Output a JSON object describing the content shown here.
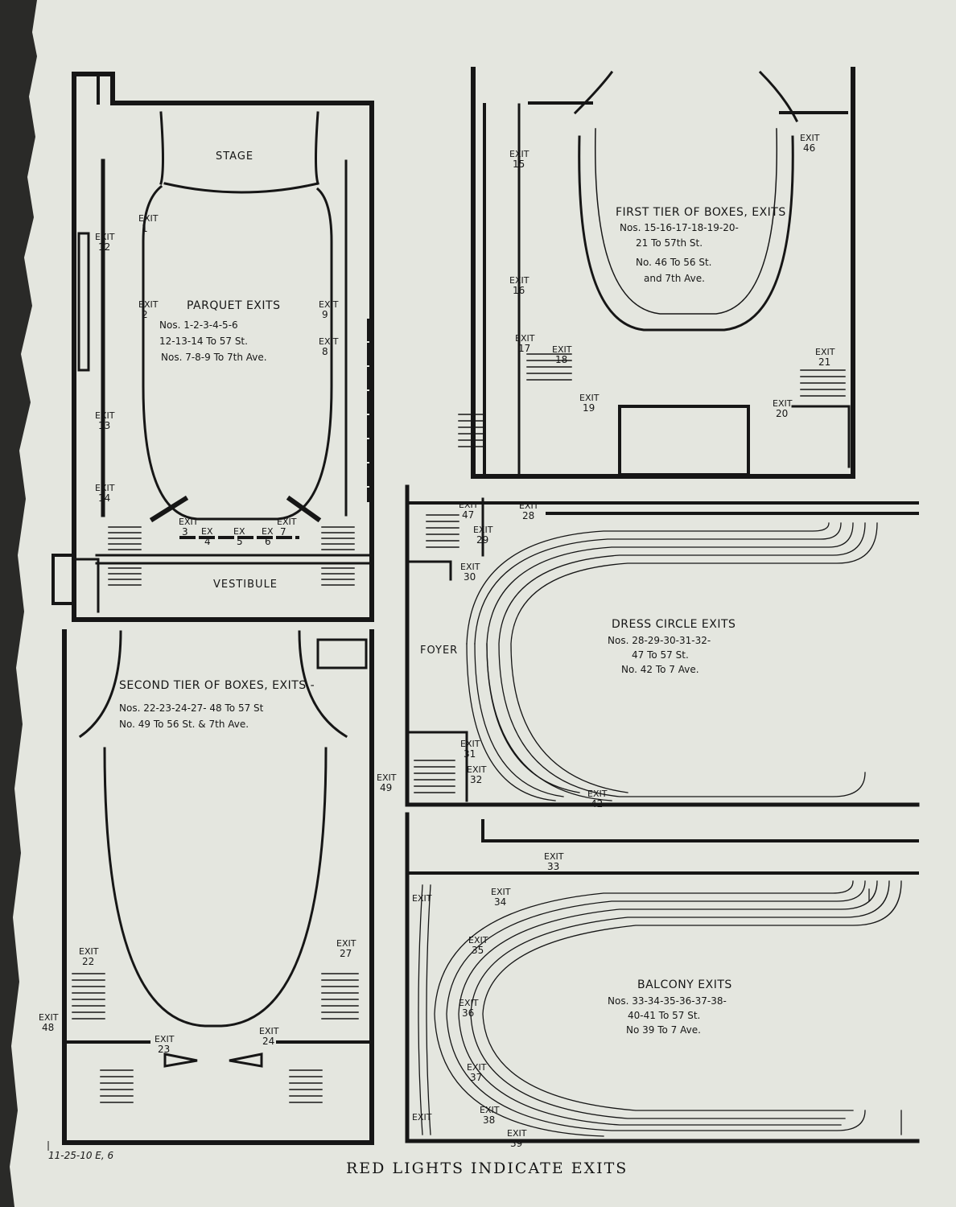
{
  "parquet": {
    "stage": "STAGE",
    "title": "PARQUET EXITS",
    "line1": "Nos. 1-2-3-4-5-6",
    "line2": "12-13-14 To 57 St.",
    "line3": "Nos. 7-8-9 To 7th Ave.",
    "vestibule": "VESTIBULE",
    "exits": [
      {
        "label": "EXIT",
        "num": "1"
      },
      {
        "label": "EXIT",
        "num": "12"
      },
      {
        "label": "EXIT",
        "num": "2"
      },
      {
        "label": "EXIT",
        "num": "9"
      },
      {
        "label": "EXIT",
        "num": "8"
      },
      {
        "label": "EXIT",
        "num": "13"
      },
      {
        "label": "EXIT",
        "num": "14"
      },
      {
        "label": "EXIT",
        "num": "3"
      },
      {
        "label": "EX",
        "num": "4"
      },
      {
        "label": "EX",
        "num": "5"
      },
      {
        "label": "EX",
        "num": "6"
      },
      {
        "label": "EXIT",
        "num": "7"
      }
    ]
  },
  "first_tier": {
    "title": "FIRST TIER OF BOXES, EXITS",
    "line1": "Nos. 15-16-17-18-19-20-",
    "line2": "21 To 57th St.",
    "line3": "No. 46 To 56 St.",
    "line4": "and 7th Ave.",
    "exits": [
      {
        "label": "EXIT",
        "num": "15"
      },
      {
        "label": "EXIT",
        "num": "46"
      },
      {
        "label": "EXIT",
        "num": "16"
      },
      {
        "label": "EXIT",
        "num": "17"
      },
      {
        "label": "EXIT",
        "num": "18"
      },
      {
        "label": "EXIT",
        "num": "19"
      },
      {
        "label": "EXIT",
        "num": "21"
      },
      {
        "label": "EXIT",
        "num": "20"
      }
    ]
  },
  "dress_circle": {
    "title": "DRESS CIRCLE EXITS",
    "line1": "Nos. 28-29-30-31-32-",
    "line2": "47 To 57 St.",
    "line3": "No. 42 To 7 Ave.",
    "foyer": "FOYER",
    "exits": [
      {
        "label": "EXIT",
        "num": "47"
      },
      {
        "label": "EXIT",
        "num": "28"
      },
      {
        "label": "EXIT",
        "num": "29"
      },
      {
        "label": "EXIT",
        "num": "30"
      },
      {
        "label": "EXIT",
        "num": "31"
      },
      {
        "label": "EXIT",
        "num": "32"
      },
      {
        "label": "EXIT",
        "num": "42"
      }
    ]
  },
  "second_tier": {
    "title": "SECOND TIER OF BOXES, EXITS -",
    "line1": "Nos. 22-23-24-27- 48 To 57 St",
    "line2": "No. 49 To 56 St. & 7th Ave.",
    "exits": [
      {
        "label": "EXIT",
        "num": "49"
      },
      {
        "label": "EXIT",
        "num": "22"
      },
      {
        "label": "EXIT",
        "num": "27"
      },
      {
        "label": "EXIT",
        "num": "48"
      },
      {
        "label": "EXIT",
        "num": "23"
      },
      {
        "label": "EXIT",
        "num": "24"
      }
    ]
  },
  "balcony": {
    "title": "BALCONY EXITS",
    "line1": "Nos. 33-34-35-36-37-38-",
    "line2": "40-41 To 57 St.",
    "line3": "No 39 To 7 Ave.",
    "exits": [
      {
        "label": "EXIT",
        "num": "33"
      },
      {
        "label": "EXIT",
        "num": ""
      },
      {
        "label": "EXIT",
        "num": "34"
      },
      {
        "label": "EXIT",
        "num": "35"
      },
      {
        "label": "EXIT",
        "num": "36"
      },
      {
        "label": "EXIT",
        "num": "37"
      },
      {
        "label": "EXIT",
        "num": "38"
      },
      {
        "label": "EXIT",
        "num": "39"
      },
      {
        "label": "EXIT",
        "num": ""
      }
    ]
  },
  "footer": "RED LIGHTS INDICATE EXITS",
  "archive_note": "11-25-10 E, 6"
}
